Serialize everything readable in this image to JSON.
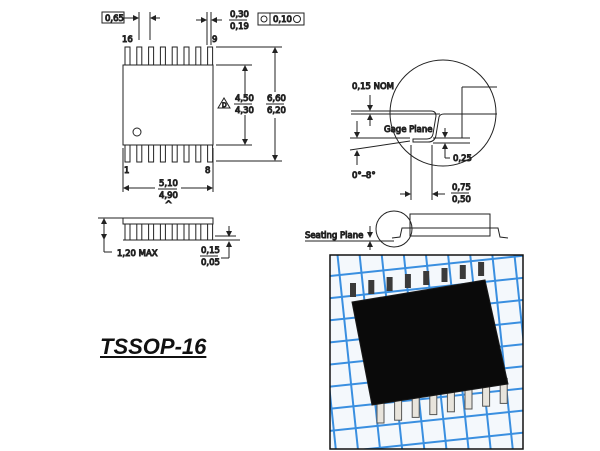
{
  "title": "TSSOP-16",
  "top_view": {
    "pitch": "0,65",
    "lead_width_max": "0,30",
    "lead_width_min": "0,19",
    "position_tolerance": "0,10",
    "pin_16": "16",
    "pin_9": "9",
    "pin_1": "1",
    "pin_8": "8",
    "body_width_max": "4,50",
    "body_width_min": "4,30",
    "note_marker": "D",
    "overall_width_max": "6,60",
    "overall_width_min": "6,20",
    "length_max": "5,10",
    "length_min": "4,90",
    "length_marker": "^"
  },
  "side_view": {
    "height": "1,20 MAX",
    "standoff_max": "0,15",
    "standoff_min": "0,05"
  },
  "detail_view": {
    "lead_thickness": "0,15 NOM",
    "gage_plane": "Gage Plane",
    "gage_height": "0,25",
    "angle": "0°–8°",
    "foot_length_max": "0,75",
    "foot_length_min": "0,50",
    "seating_plane": "Seating Plane"
  },
  "colors": {
    "line": "#222222",
    "grid_blue": "#3a8fe0",
    "chip": "#0a0a0a"
  }
}
